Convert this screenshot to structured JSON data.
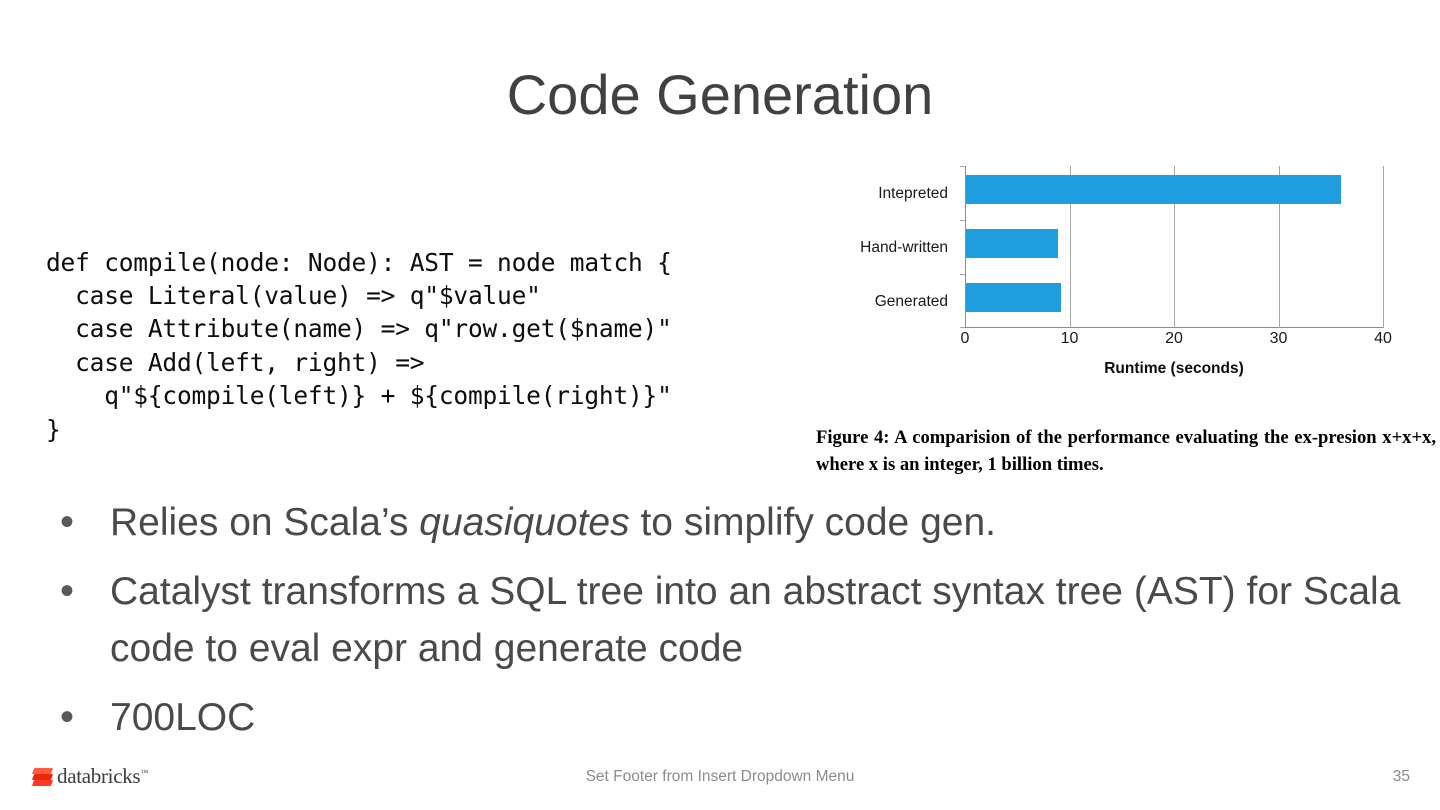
{
  "slide": {
    "title": "Code Generation",
    "title_color": "#414141"
  },
  "code": {
    "language": "scala",
    "text": "def compile(node: Node): AST = node match {\n  case Literal(value) => q\"$value\"\n  case Attribute(name) => q\"row.get($name)\"\n  case Add(left, right) =>\n    q\"${compile(left)} + ${compile(right)}\"\n}"
  },
  "chart_data": {
    "type": "bar",
    "orientation": "horizontal",
    "title": "",
    "categories": [
      "Intepreted",
      "Hand-written",
      "Generated"
    ],
    "values": [
      35.9,
      8.8,
      9.1
    ],
    "series": [
      {
        "name": "Runtime",
        "values": [
          35.9,
          8.8,
          9.1
        ]
      }
    ],
    "xlabel": "Runtime (seconds)",
    "ylabel": "",
    "xlim": [
      0,
      40
    ],
    "xticks": [
      0,
      10,
      20,
      30,
      40
    ],
    "xtick_labels": [
      "0",
      "10",
      "20",
      "30",
      "40"
    ],
    "grid": true,
    "legend": false,
    "bar_color": "#1F9FE0",
    "axis_color": "#8c8c8c"
  },
  "figure": {
    "caption_label": "Figure 4:",
    "caption_body": " A comparision of the performance evaluating the ex-presion x+x+x, where x is an integer, 1 billion times."
  },
  "bullets": [
    {
      "marker": "•",
      "pre": "Relies on Scala’s ",
      "emphasis": "quasiquotes",
      "post": " to simplify code gen."
    },
    {
      "marker": "•",
      "pre": "Catalyst transforms a SQL tree into an abstract syntax tree (AST) for Scala code to eval expr and generate code",
      "emphasis": "",
      "post": ""
    },
    {
      "marker": "•",
      "pre": "700LOC",
      "emphasis": "",
      "post": ""
    }
  ],
  "footer": {
    "brand": "databricks",
    "brand_tm": "™",
    "center_text": "Set Footer from Insert Dropdown Menu",
    "page_number": "35",
    "brand_color": "#FF3621"
  }
}
